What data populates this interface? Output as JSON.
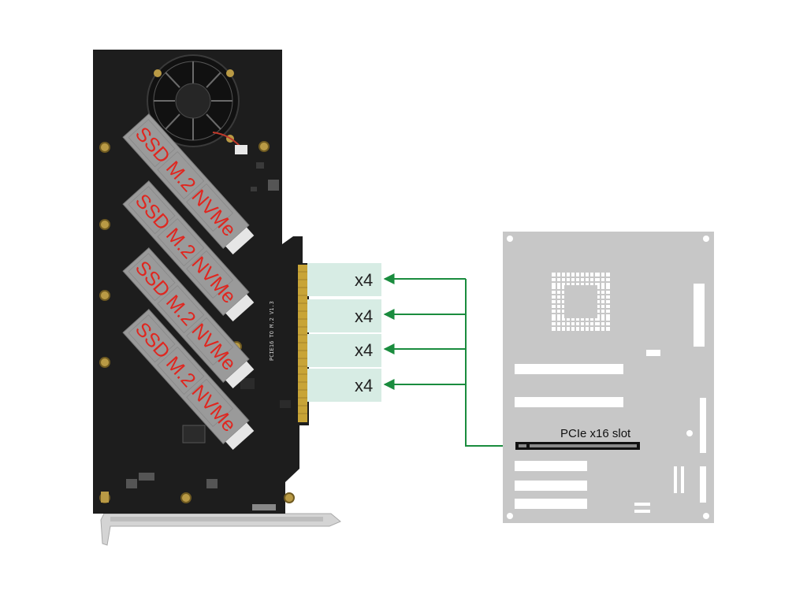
{
  "card": {
    "ssd_labels": [
      "SSD M.2 NVMe",
      "SSD M.2 NVMe",
      "SSD M.2 NVMe",
      "SSD M.2 NVMe"
    ],
    "silkscreen": "PCIE16 TO M.2 V1.3"
  },
  "lanes": {
    "labels": [
      "x4",
      "x4",
      "x4",
      "x4"
    ]
  },
  "motherboard": {
    "slot_label": "PCIe x16 slot"
  },
  "colors": {
    "pcb": "#1d1d1d",
    "ssd": "#9a9a9a",
    "ssd_label": "#e0261f",
    "lane_box": "#d7ece4",
    "arrow": "#1a8c3e",
    "motherboard": "#c7c7c7"
  }
}
